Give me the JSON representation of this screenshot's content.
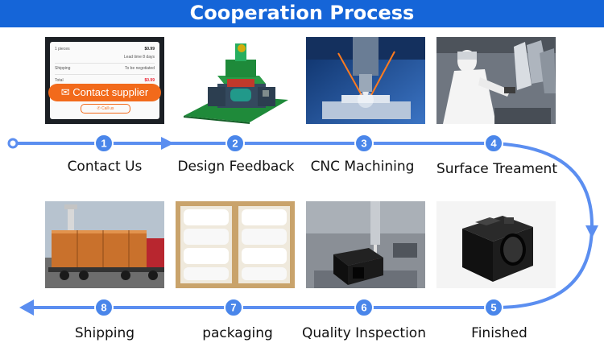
{
  "title": "Cooperation Process",
  "steps": [
    {
      "number": "1",
      "label": "Contact Us"
    },
    {
      "number": "2",
      "label": "Design Feedback"
    },
    {
      "number": "3",
      "label": "CNC Machining"
    },
    {
      "number": "4",
      "label": "Surface Treament"
    },
    {
      "number": "5",
      "label": "Finished"
    },
    {
      "number": "6",
      "label": "Quality Inspection"
    },
    {
      "number": "7",
      "label": "packaging"
    },
    {
      "number": "8",
      "label": "Shipping"
    }
  ],
  "contact_card": {
    "pieces_label": "1 pieces",
    "pieces_price": "$0.99",
    "lead_time": "Lead time 8 days",
    "shipping_label": "Shipping",
    "shipping_value": "To be negotiated",
    "total_label": "Total",
    "total_price": "$0.99",
    "contact_button": "Contact supplier",
    "call_button": "Call us"
  },
  "colors": {
    "banner": "#1565d8",
    "arrow": "#5b8ef0",
    "circle": "#4a86ea",
    "button": "#f26a1b"
  }
}
